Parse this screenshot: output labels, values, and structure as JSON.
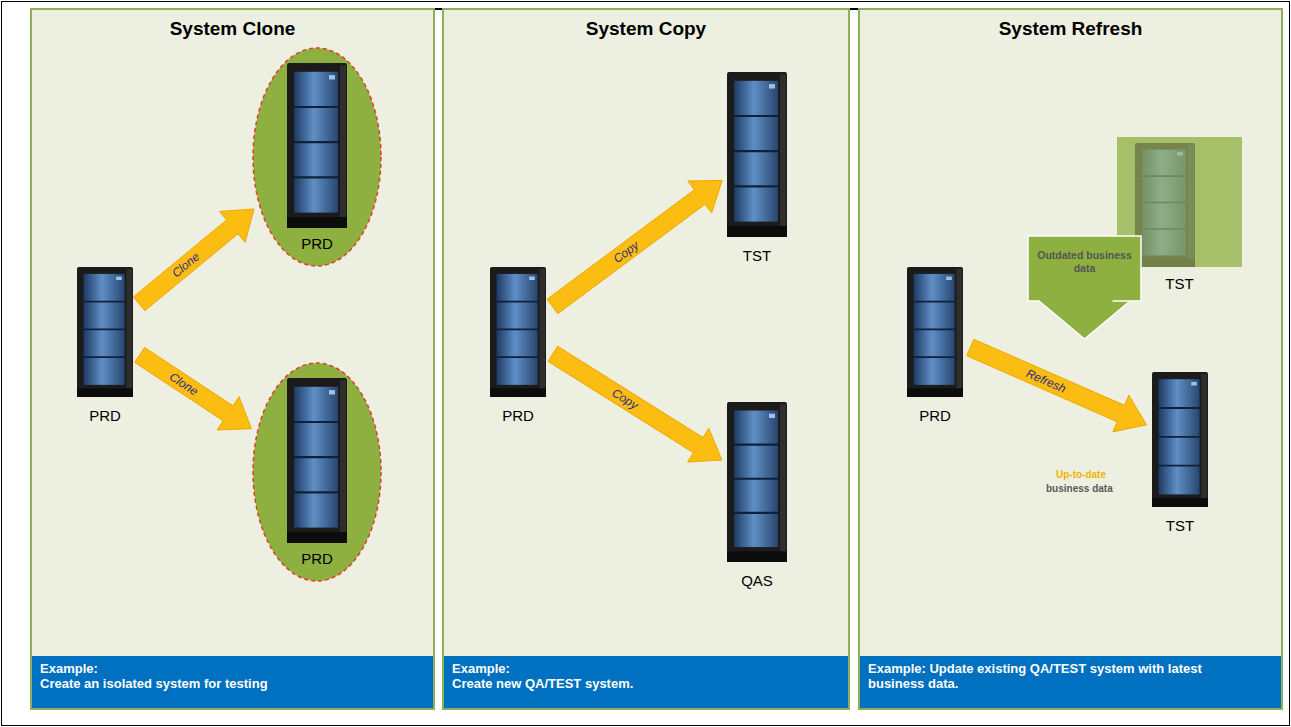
{
  "diagram": {
    "nodes": [
      {
        "text": [
          "System Clone"
        ]
      },
      {
        "text": [
          "Example:",
          "Create an isolated system for testing"
        ],
        "in": 0
      },
      {
        "text": [
          "PRD"
        ],
        "in": 0
      },
      {
        "text": [
          "PRD"
        ],
        "in": 0
      },
      {
        "text": [
          "PRD"
        ],
        "in": 0
      },
      {
        "text": [
          "System Copy"
        ]
      },
      {
        "text": [
          "Example:",
          "Create new QA/TEST system."
        ],
        "in": 5
      },
      {
        "text": [
          "PRD"
        ],
        "in": 5
      },
      {
        "text": [
          "TST"
        ],
        "in": 5
      },
      {
        "text": [
          "QAS"
        ],
        "in": 5
      },
      {
        "text": [
          "System Refresh"
        ]
      },
      {
        "text": [
          "Example: Update existing QA/TEST system with latest business data."
        ],
        "in": 10
      },
      {
        "text": [
          "PRD"
        ],
        "in": 10
      },
      {
        "text": [
          "TST"
        ],
        "in": 10
      },
      {
        "text": [
          "Outdated business data"
        ],
        "in": 10
      },
      {
        "text": [
          "TST"
        ],
        "in": 10
      }
    ],
    "edges": [
      {
        "from": 2,
        "to": 3,
        "label": "Clone",
        "arrow": "to"
      },
      {
        "from": 2,
        "to": 4,
        "label": "Clone",
        "arrow": "to"
      },
      {
        "from": 7,
        "to": 8,
        "label": "Copy",
        "arrow": "to"
      },
      {
        "from": 7,
        "to": 9,
        "label": "Copy",
        "arrow": "to"
      },
      {
        "from": 12,
        "to": 15,
        "label": "Refresh",
        "arrow": "to"
      }
    ],
    "labels": [
      "Up-to-date",
      "business data"
    ]
  }
}
